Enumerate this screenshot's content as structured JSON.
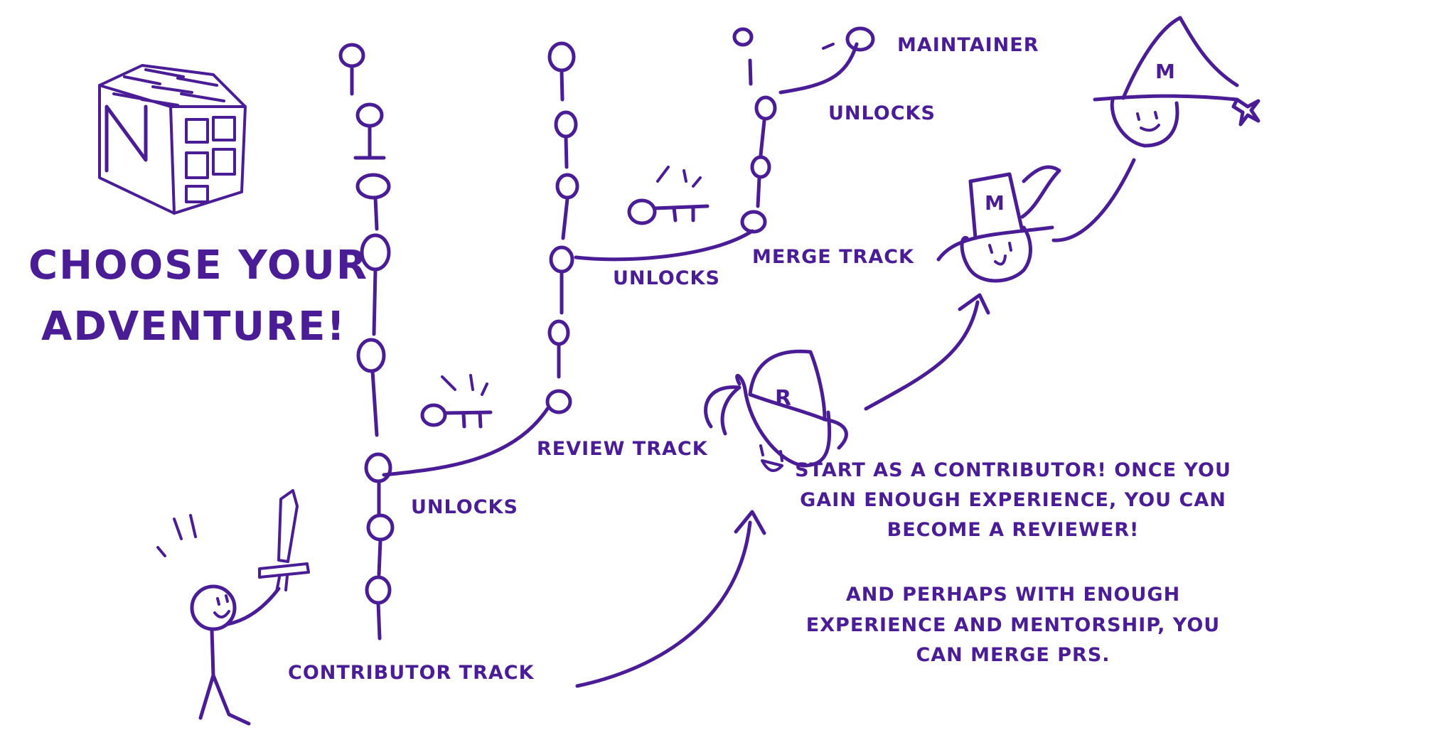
{
  "ink_color": "#4a1d96",
  "title": {
    "line1": "CHOOSE YOUR",
    "line2": "ADVENTURE!"
  },
  "logo": {
    "icon": "cube-logo-icon",
    "letter": "N"
  },
  "tracks": {
    "contributor": "CONTRIBUTOR TRACK",
    "review": "REVIEW TRACK",
    "merge": "MERGE TRACK",
    "maintainer": "MAINTAINER"
  },
  "unlocks": [
    "UNLOCKS",
    "UNLOCKS",
    "UNLOCKS"
  ],
  "hats": {
    "reviewer_letter": "R",
    "merger_letter": "M",
    "maintainer_letter": "M"
  },
  "description": {
    "p1": [
      "START AS A CONTRIBUTOR! ONCE YOU",
      "GAIN ENOUGH EXPERIENCE, YOU CAN",
      "BECOME A REVIEWER!"
    ],
    "p2": [
      "AND PERHAPS WITH ENOUGH",
      "EXPERIENCE AND MENTORSHIP, YOU",
      "CAN MERGE PRS."
    ]
  },
  "icons": [
    "cube-logo-icon",
    "key-icon",
    "sword-icon",
    "stick-figure-icon",
    "reviewer-avatar-icon",
    "merger-avatar-icon",
    "wizard-avatar-icon",
    "arrow-icon"
  ]
}
